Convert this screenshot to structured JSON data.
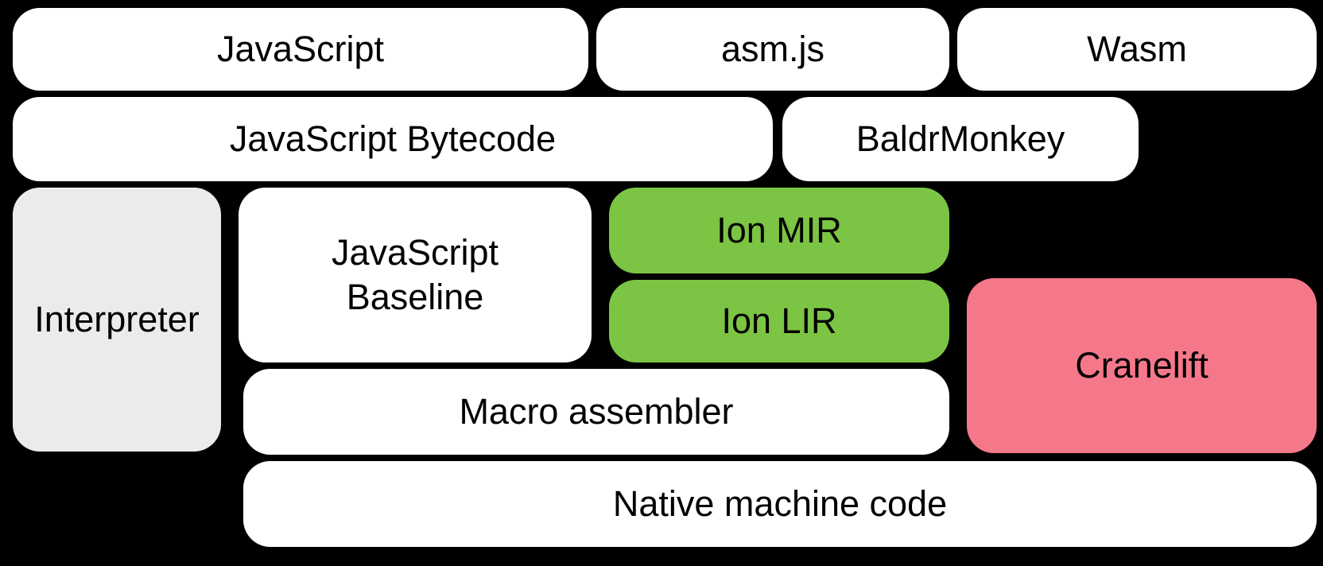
{
  "colors": {
    "background": "#000000",
    "box": "#ffffff",
    "gray": "#ebebeb",
    "green": "#7cc443",
    "pink": "#f5788a",
    "text": "#000000"
  },
  "boxes": {
    "javascript": "JavaScript",
    "asmjs": "asm.js",
    "wasm": "Wasm",
    "javascript_bytecode": "JavaScript Bytecode",
    "baldrmonkey": "BaldrMonkey",
    "interpreter": "Interpreter",
    "javascript_baseline": "JavaScript Baseline",
    "ion_mir": "Ion MIR",
    "ion_lir": "Ion LIR",
    "cranelift": "Cranelift",
    "macro_assembler": "Macro assembler",
    "native_machine_code": "Native machine code"
  }
}
